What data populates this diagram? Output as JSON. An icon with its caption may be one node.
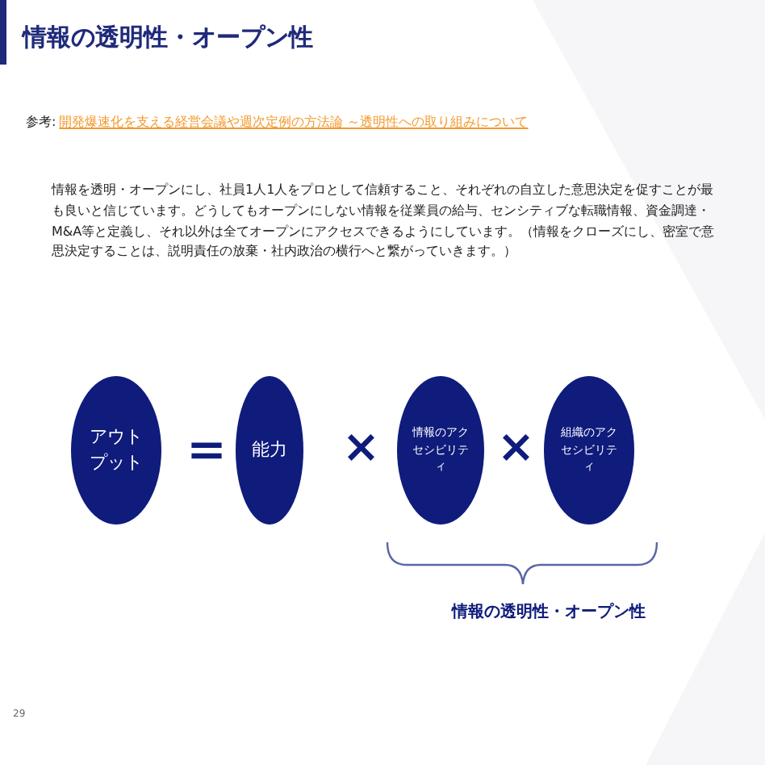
{
  "diagram": {
    "title": "情報の透明性・オープン性",
    "nodes": [
      {
        "text": [
          "アウトプット"
        ]
      },
      {
        "text": [
          "能力"
        ]
      },
      {
        "text": [
          "情報のアクセシビリティ"
        ]
      },
      {
        "text": [
          "組織のアクセシビリティ"
        ]
      }
    ],
    "labels": [
      "参考:",
      "開発爆速化を支える経営会議や週次定例の方法論 ～透明性への取り組みについて",
      "情報を透明・オープンにし、社員1人1人をプロとして信頼すること、それぞれの自立した意思決定を促すことが最も良いと信じています。どうしてもオープンにしない情報を従業員の給与、センシティブな転職情報、資金調達・M&A等と定義し、それ以外は全てオープンにアクセスできるようにしています。（情報をクローズにし、密室で意思決定することは、説明責任の放棄・社内政治の横行へと繋がっていきます。）",
      "＝",
      "×",
      "×",
      "情報の透明性・オープン性",
      "29"
    ]
  }
}
